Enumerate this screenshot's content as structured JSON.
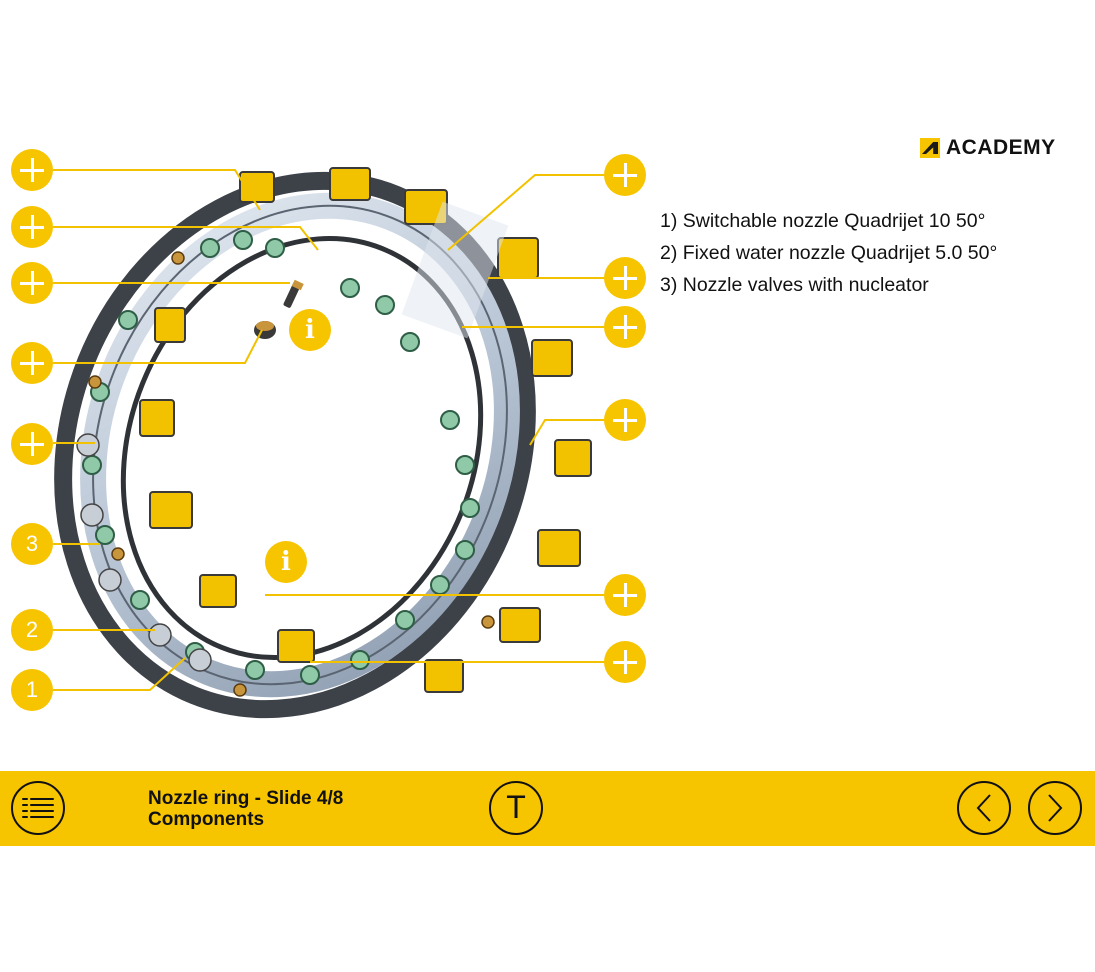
{
  "brand": {
    "name": "ACADEMY",
    "logo_icon": "academy-logo-icon",
    "accent": "#F7C400"
  },
  "legend": [
    "1) Switchable nozzle Quadrijet 10 50°",
    "2) Fixed water nozzle Quadrijet 5.0 50°",
    "3) Nozzle valves with nucleator"
  ],
  "markers": {
    "numbers": [
      "3",
      "2",
      "1"
    ],
    "info_label": "i"
  },
  "footer": {
    "title": "Nozzle ring - Slide 4/8",
    "subtitle": "Components",
    "t_label": "T"
  }
}
